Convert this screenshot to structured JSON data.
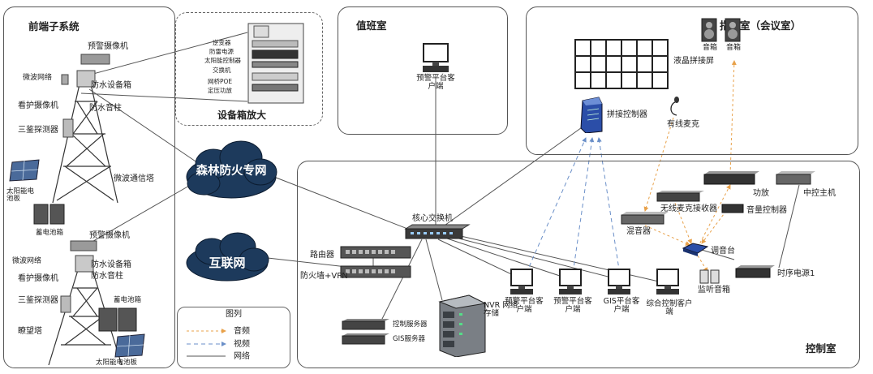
{
  "frontend": {
    "title": "前端子系统",
    "labels": {
      "alarm_camera_1": "预警摄像机",
      "microwave_1": "微波网络",
      "waterproof_box_1": "防水设备箱",
      "guard_camera_1": "看护摄像机",
      "waterproof_pole_1": "防水音柱",
      "triple_detector_1": "三鉴探测器",
      "microwave_tower": "微波通信塔",
      "solar_panel_1": "太阳能电池板",
      "battery_box_1": "蓄电池箱",
      "alarm_camera_2": "预警摄像机",
      "microwave_2": "微波网络",
      "waterproof_box_2": "防水设备箱",
      "guard_camera_2": "看护摄像机",
      "waterproof_pole_2": "防水音柱",
      "battery_box_2": "蓄电池箱",
      "triple_detector_2": "三鉴探测器",
      "watchtower": "瞭望塔",
      "solar_panel_2": "太阳能电池板"
    }
  },
  "equipment_box": {
    "title": "设备箱放大",
    "items": [
      "逆变器",
      "防雷电源",
      "太阳能控制器",
      "交换机",
      "网桥POE",
      "定压功放"
    ]
  },
  "duty_room": {
    "title": "值班室",
    "client_label": "预警平台客户端"
  },
  "command_room": {
    "title": "指挥室（会议室）",
    "speaker_1": "音箱",
    "speaker_2": "音箱",
    "lcd_wall": "液晶拼接屏",
    "splice_controller": "拼接控制器",
    "wired_mic": "有线麦克"
  },
  "networks": {
    "forest_fire": "森林防火专网",
    "internet": "互联网"
  },
  "control_room": {
    "title": "控制室",
    "core_switch": "核心交换机",
    "router": "路由器",
    "firewall": "防火墙+VPN",
    "control_server": "控制服务器",
    "gis_server": "GIS服务器",
    "nvr": "NVR 网络存储",
    "client_1": "预警平台客户端",
    "client_2": "预警平台客户端",
    "client_3": "GIS平台客户端",
    "client_4": "综合控制客户端",
    "amplifier": "功放",
    "central_host": "中控主机",
    "wireless_receiver": "无线麦克接收器",
    "volume_controller": "音量控制器",
    "mixer": "混音器",
    "console": "调音台",
    "sequencer": "时序电源1",
    "monitor_speaker": "监听音箱"
  },
  "legend": {
    "title": "图列",
    "items": [
      "音频",
      "视频",
      "网络"
    ]
  },
  "colors": {
    "audio": "#e8a14a",
    "video": "#6a8fc8",
    "network": "#555555",
    "cloud": "#1d3a5c"
  }
}
